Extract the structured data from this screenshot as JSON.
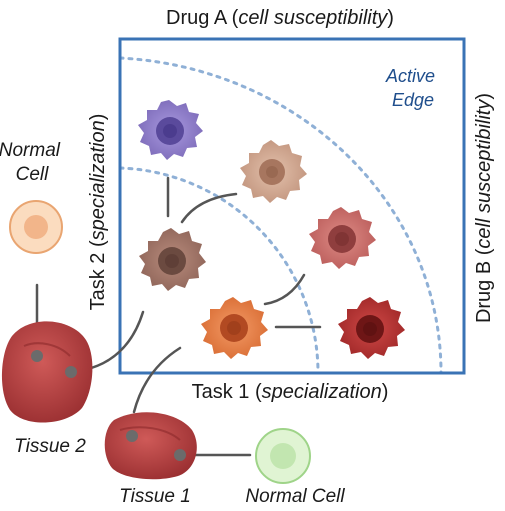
{
  "axes": {
    "top": {
      "main": "Drug A (",
      "italic": "cell susceptibility",
      "close": ")"
    },
    "right": {
      "main": "Drug B (",
      "italic": "cell susceptibility",
      "close": ")"
    },
    "bottom": {
      "main": "Task 1 (",
      "italic": "specialization",
      "close": ")"
    },
    "left": {
      "main": "Task 2 (",
      "italic": "specialization",
      "close": ")"
    }
  },
  "annotation": {
    "line1": "Active",
    "line2": "Edge"
  },
  "labels": {
    "normal_cell_top_line1": "Normal",
    "normal_cell_top_line2": "Cell",
    "normal_cell_bottom": "Normal Cell",
    "tissue_1": "Tissue 1",
    "tissue_2": "Tissue 2"
  },
  "colors": {
    "frame": "#3a73b5",
    "dotted_arc": "#8fb0d6",
    "cell_purple": "#8b79c4",
    "cell_tan": "#c79b84",
    "cell_brown": "#9a6f62",
    "cell_rose": "#c56a67",
    "cell_orange": "#e0783e",
    "cell_red": "#b0302f",
    "normal_cell_orange": "#f8c9a2",
    "normal_cell_green": "#d3eec4",
    "tissue": "#b53f3f"
  }
}
